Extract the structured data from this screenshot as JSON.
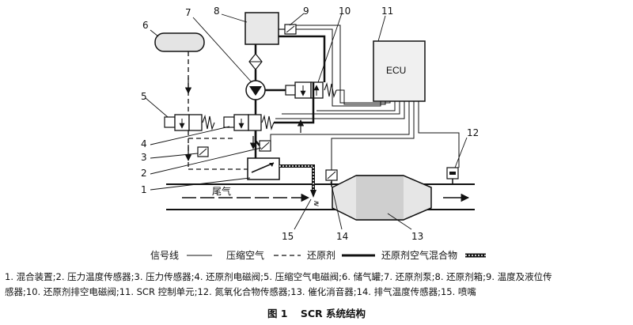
{
  "labels": [
    "1",
    "2",
    "3",
    "4",
    "5",
    "6",
    "7",
    "8",
    "9",
    "10",
    "11",
    "12",
    "13",
    "14",
    "15"
  ],
  "ecu_label": "ECU",
  "exhaust_label": "尾气",
  "legend": {
    "signal": "信号线",
    "air": "压缩空气",
    "reductant": "还原剂",
    "mixture": "还原剂空气混合物"
  },
  "caption_line1": "1. 混合装置;2. 压力温度传感器;3. 压力传感器;4. 还原剂电磁阀;5. 压缩空气电磁阀;6. 储气罐;7. 还原剂泵;8. 还原剂箱;9. 温度及液位传",
  "caption_line2": "感器;10. 还原剂排空电磁阀;11. SCR 控制单元;12. 氮氧化合物传感器;13. 催化消音器;14. 排气温度传感器;15. 喷嘴",
  "figure": {
    "number": "图 1",
    "title": "SCR 系统结构"
  }
}
